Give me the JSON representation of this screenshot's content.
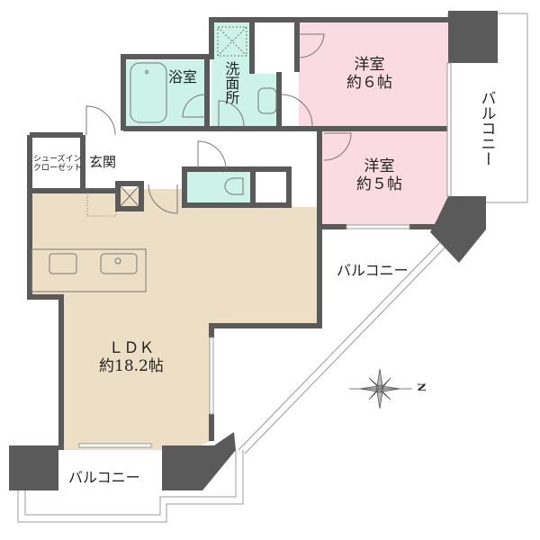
{
  "floor_plan": {
    "colors": {
      "wall": "#5a5a5a",
      "ldk_floor": "#ecdfc5",
      "bedroom_floor": "#fadbe3",
      "wet_area_floor": "#cdf2e8",
      "balcony": "#ffffff",
      "outline": "#999999"
    },
    "rooms": {
      "ldk": {
        "name": "ＬＤＫ",
        "size": "約18.2帖"
      },
      "bedroom_1": {
        "name": "洋室",
        "size": "約６帖"
      },
      "bedroom_2": {
        "name": "洋室",
        "size": "約５帖"
      },
      "bathroom": {
        "name": "浴室"
      },
      "washroom": {
        "name": "洗面所"
      },
      "entrance": {
        "name": "玄関"
      },
      "shoe_closet": {
        "line1": "シューズイン",
        "line2": "クローゼット"
      },
      "balcony_east": {
        "name": "バルコニー"
      },
      "balcony_middle": {
        "name": "バルコニー"
      },
      "balcony_south": {
        "name": "バルコニー"
      }
    },
    "compass": {
      "label": "N",
      "icon": "compass-rose-icon"
    }
  }
}
